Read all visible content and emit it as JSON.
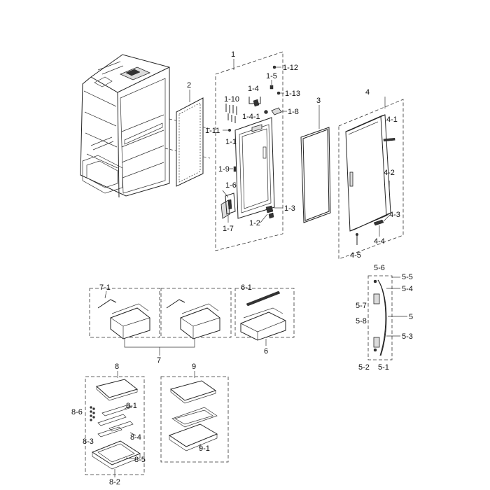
{
  "labels": {
    "l1": "1",
    "l1_1": "1-1",
    "l1_2": "1-2",
    "l1_3": "1-3",
    "l1_4": "1-4",
    "l1_4_1": "1-4-1",
    "l1_5": "1-5",
    "l1_6": "1-6",
    "l1_7": "1-7",
    "l1_8": "1-8",
    "l1_9": "1-9",
    "l1_10": "1-10",
    "l1_11": "1-11",
    "l1_12": "1-12",
    "l1_13": "1-13",
    "l2": "2",
    "l3": "3",
    "l4": "4",
    "l4_1": "4-1",
    "l4_2": "4-2",
    "l4_3": "4-3",
    "l4_4": "4-4",
    "l4_5": "4-5",
    "l5": "5",
    "l5_1": "5-1",
    "l5_2": "5-2",
    "l5_3": "5-3",
    "l5_4": "5-4",
    "l5_5": "5-5",
    "l5_6": "5-6",
    "l5_7": "5-7",
    "l5_8": "5-8",
    "l6": "6",
    "l6_1": "6-1",
    "l7": "7",
    "l7_1": "7-1",
    "l8": "8",
    "l8_1": "8-1",
    "l8_2": "8-2",
    "l8_3": "8-3",
    "l8_4": "8-4",
    "l8_5": "8-5",
    "l8_6": "8-6",
    "l9": "9",
    "l9_1": "9-1"
  }
}
